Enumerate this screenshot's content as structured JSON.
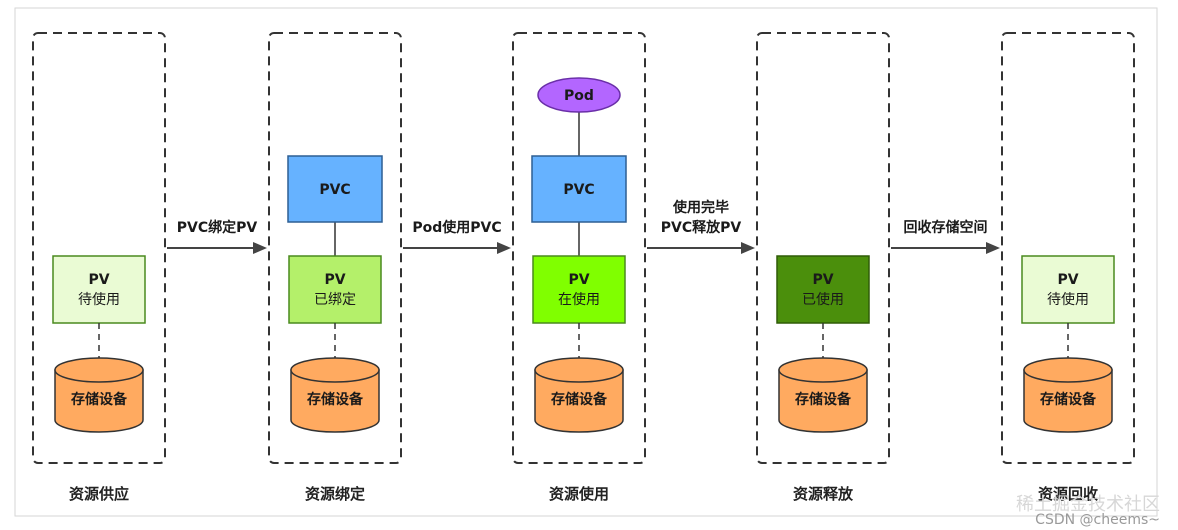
{
  "stages": [
    {
      "label": "资源供应",
      "pv_title": "PV",
      "pv_status": "待使用",
      "pv_fill": "#eafbd4",
      "pv_stroke": "#4a8a1e",
      "has_pvc": false,
      "has_pod": false
    },
    {
      "label": "资源绑定",
      "pv_title": "PV",
      "pv_status": "已绑定",
      "pv_fill": "#b4f06a",
      "pv_stroke": "#4a8a1e",
      "has_pvc": true,
      "has_pod": false
    },
    {
      "label": "资源使用",
      "pv_title": "PV",
      "pv_status": "在使用",
      "pv_fill": "#80ff00",
      "pv_stroke": "#4a8a1e",
      "has_pvc": true,
      "has_pod": true
    },
    {
      "label": "资源释放",
      "pv_title": "PV",
      "pv_status": "已使用",
      "pv_fill": "#4b8f0c",
      "pv_stroke": "#2f5c06",
      "has_pvc": false,
      "has_pod": false
    },
    {
      "label": "资源回收",
      "pv_title": "PV",
      "pv_status": "待使用",
      "pv_fill": "#eafbd4",
      "pv_stroke": "#4a8a1e",
      "has_pvc": false,
      "has_pod": false
    }
  ],
  "storage_label": "存储设备",
  "pvc_label": "PVC",
  "pod_label": "Pod",
  "transitions": [
    {
      "lines": [
        "PVC绑定PV"
      ]
    },
    {
      "lines": [
        "Pod使用PVC"
      ]
    },
    {
      "lines": [
        "使用完毕",
        "PVC释放PV"
      ]
    },
    {
      "lines": [
        "回收存储空间"
      ]
    }
  ],
  "watermark": {
    "csdn": "CSDN @cheems~",
    "site": "稀土掘金技术社区"
  },
  "colors": {
    "stage_border": "#333333",
    "pvc_fill": "#66b2ff",
    "pvc_stroke": "#2d5f94",
    "pod_fill": "#b366ff",
    "pod_stroke": "#6a2fa8",
    "disk_fill": "#ffaa60",
    "disk_stroke": "#333333",
    "arrow": "#444444",
    "connector": "#333333"
  }
}
